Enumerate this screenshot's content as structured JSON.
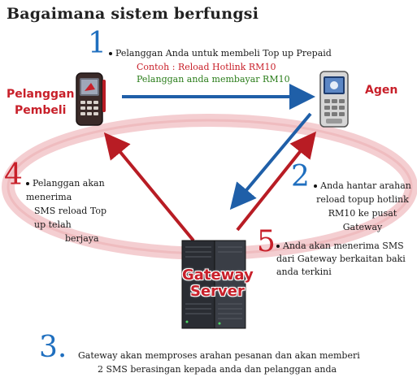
{
  "title": "Bagaimana sistem berfungsi",
  "steps": {
    "s1": {
      "number": "1",
      "text": "Pelanggan Anda untuk membeli Top up Prepaid",
      "example": "Contoh : Reload Hotlink RM10",
      "payment": "Pelanggan anda membayar RM10"
    },
    "s2": {
      "number": "2",
      "line1": "Anda hantar arahan",
      "line2": "reload topup hotlink",
      "line3": "RM10 ke pusat",
      "line4": "Gateway"
    },
    "s3": {
      "number": "3.",
      "line1": "Gateway akan memproses arahan pesanan dan akan memberi",
      "line2": "2 SMS berasingan kepada anda dan pelanggan anda"
    },
    "s4": {
      "number": "4",
      "line1": "Pelanggan akan menerima",
      "line2": "SMS reload Top up telah",
      "line3": "berjaya"
    },
    "s5": {
      "number": "5",
      "line1": "Anda akan menerima SMS",
      "line2": "dari Gateway berkaitan baki",
      "line3": "anda terkini"
    }
  },
  "labels": {
    "customer_line1": "Pelanggan",
    "customer_line2": "Pembeli",
    "agent": "Agen",
    "gateway_line1": "Gateway",
    "gateway_line2": "Server"
  },
  "colors": {
    "blue": "#1f6fbf",
    "red": "#c8202a",
    "green": "#2a7d1a"
  },
  "icons": [
    "customer-phone-icon",
    "agent-phone-icon",
    "gateway-server-icon"
  ]
}
